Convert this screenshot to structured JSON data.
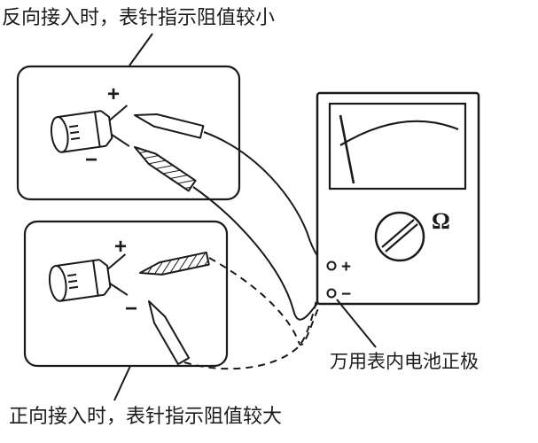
{
  "labels": {
    "top_caption": "反向接入时，表针指示阻值较小",
    "bottom_caption": "正向接入时，表针指示阻值较大",
    "meter_battery_note": "万用表内电池正极",
    "ohm": "Ω",
    "plus": "+",
    "minus": "−"
  },
  "colors": {
    "ink": "#1a1a1a",
    "background": "#ffffff"
  }
}
